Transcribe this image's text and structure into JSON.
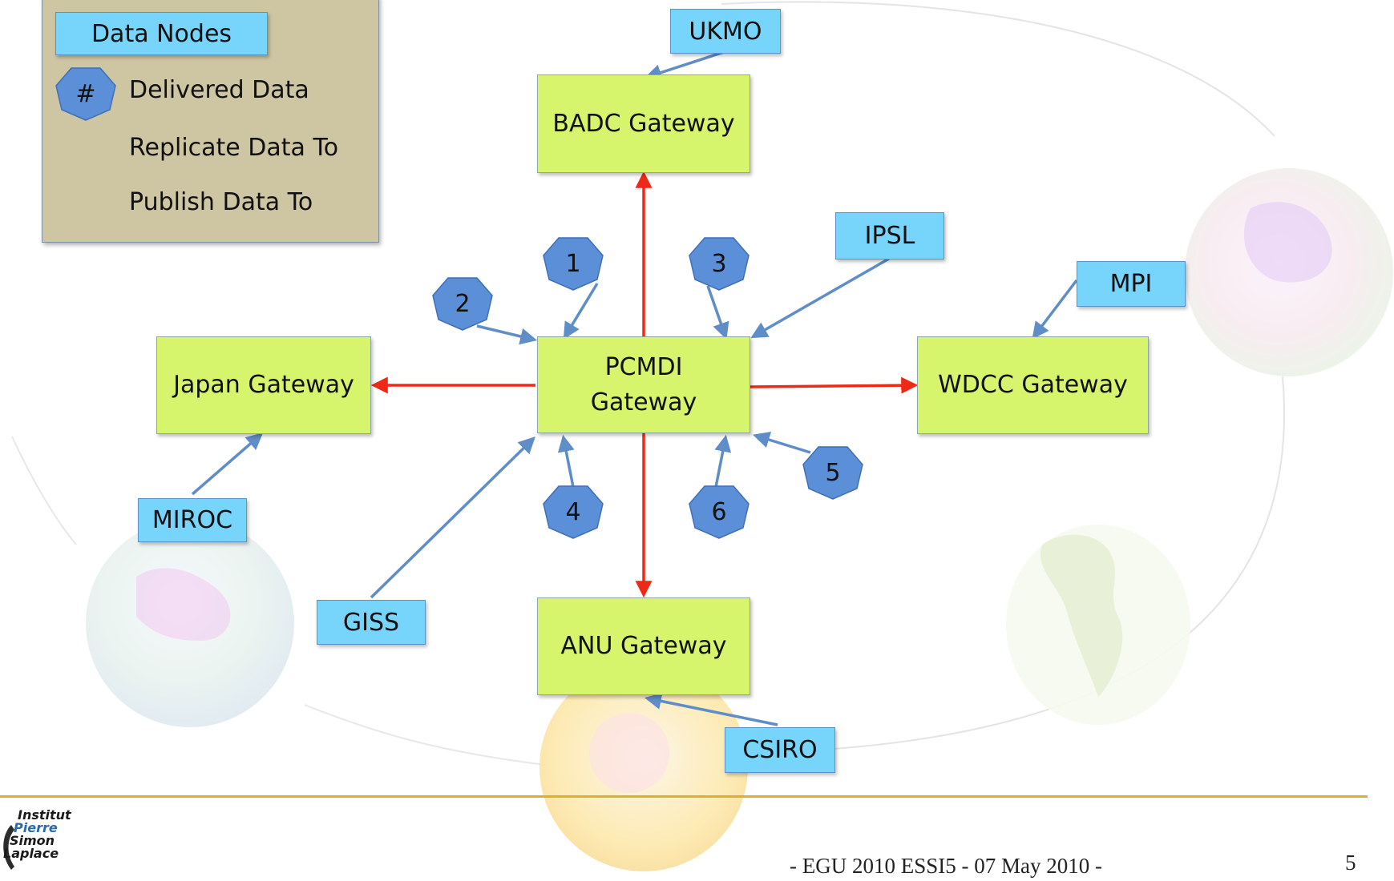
{
  "legend": {
    "data_nodes_label": "Data Nodes",
    "hex_symbol": "#",
    "delivered_label": "Delivered Data",
    "replicate_label": "Replicate Data To",
    "publish_label": "Publish Data To"
  },
  "gateways": {
    "badc": "BADC Gateway",
    "pcmdi_line1": "PCMDI",
    "pcmdi_line2": "Gateway",
    "japan": "Japan Gateway",
    "wdcc": "WDCC Gateway",
    "anu": "ANU Gateway"
  },
  "data_nodes": {
    "ukmo": "UKMO",
    "ipsl": "IPSL",
    "mpi": "MPI",
    "miroc": "MIROC",
    "giss": "GISS",
    "csiro": "CSIRO"
  },
  "delivered_markers": [
    "1",
    "2",
    "3",
    "4",
    "5",
    "6"
  ],
  "logo": {
    "line1": "Institut",
    "line2": "Pierre",
    "line3": "Simon",
    "line4": "Laplace"
  },
  "footer": {
    "text": "- EGU 2010 ESSI5 - 07 May 2010 -",
    "page": "5"
  },
  "colors": {
    "gateway_fill": "#d6f56c",
    "data_node_fill": "#77d4fb",
    "marker_fill": "#5b8fd8",
    "replicate_arrow": "#ee2a16",
    "publish_arrow": "#5f8dc7",
    "legend_fill": "#cec5a2",
    "rule": "#dcaf2c"
  }
}
